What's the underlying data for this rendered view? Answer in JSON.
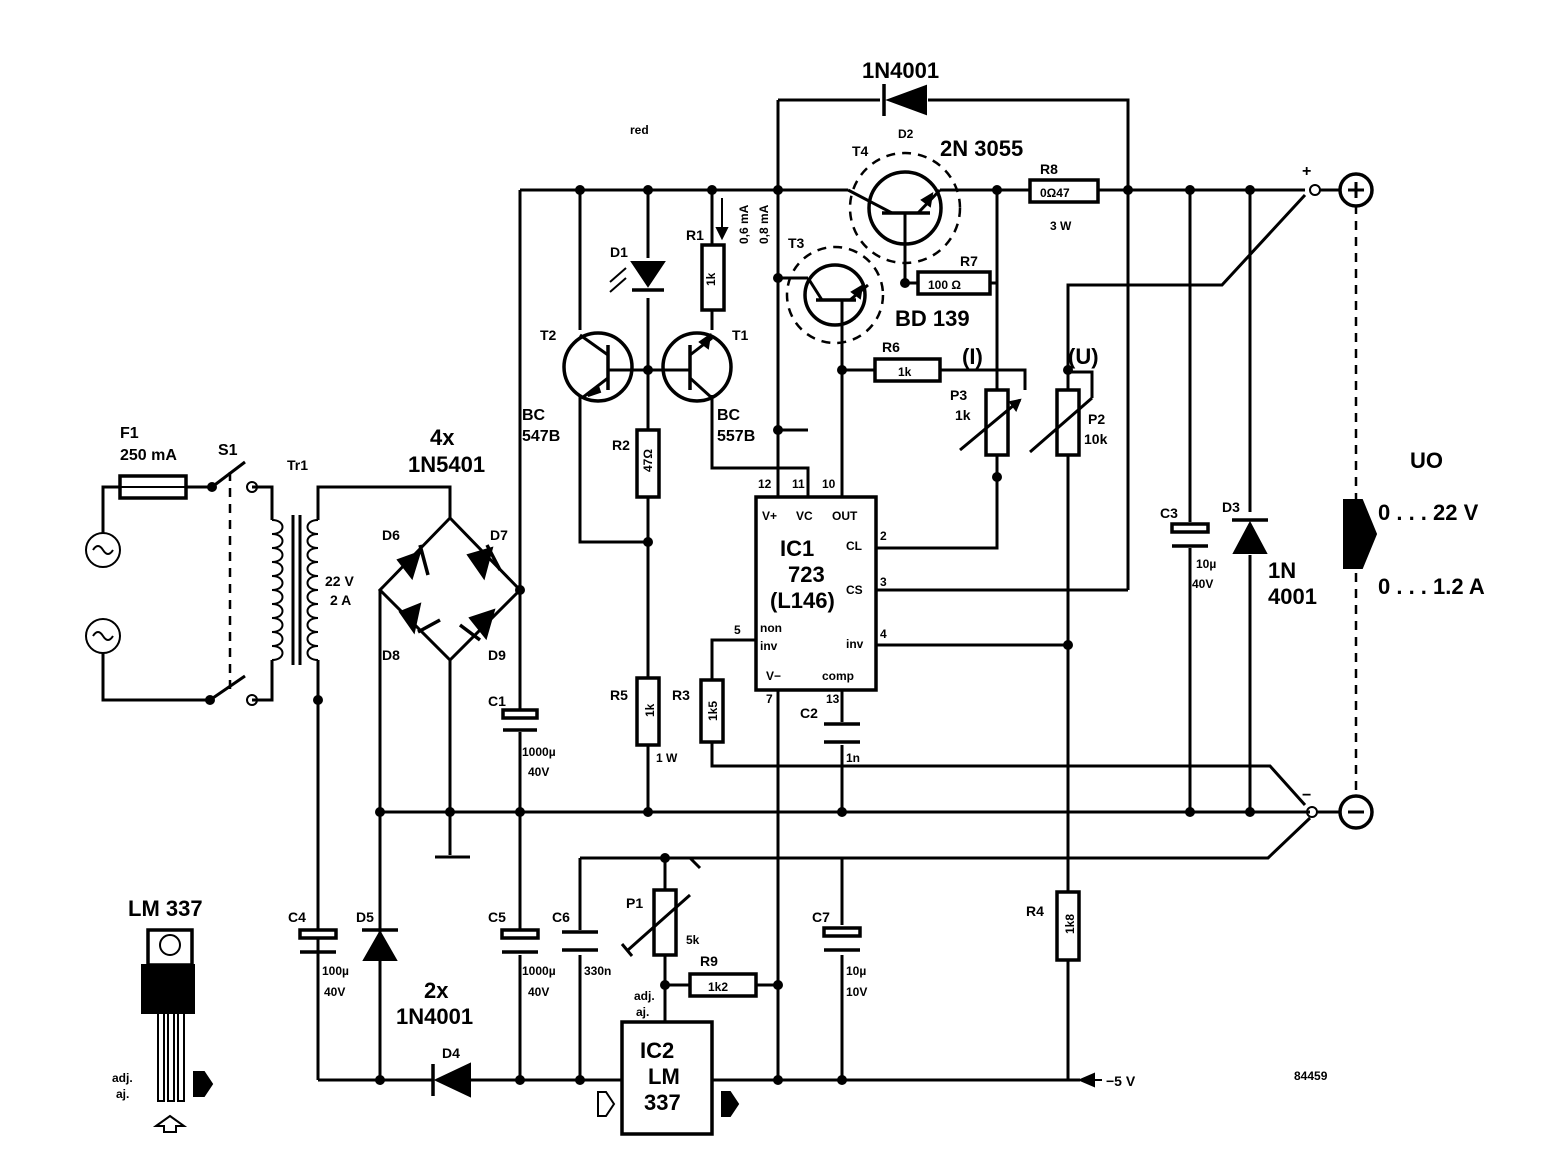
{
  "colors": {
    "ink": "#000000",
    "paper": "#ffffff"
  },
  "fuse": {
    "ref": "F1",
    "value": "250 mA"
  },
  "switch": {
    "ref": "S1"
  },
  "transformer": {
    "ref": "Tr1",
    "voltage": "22 V",
    "current": "2 A"
  },
  "bridge": {
    "count": "4x",
    "part": "1N5401",
    "d6": "D6",
    "d7": "D7",
    "d8": "D8",
    "d9": "D9"
  },
  "caps": {
    "c1": {
      "ref": "C1",
      "value": "1000µ",
      "voltage": "40V"
    },
    "c2": {
      "ref": "C2",
      "value": "1n"
    },
    "c3": {
      "ref": "C3",
      "value": "10µ",
      "voltage": "40V"
    },
    "c4": {
      "ref": "C4",
      "value": "100µ",
      "voltage": "40V"
    },
    "c5": {
      "ref": "C5",
      "value": "1000µ",
      "voltage": "40V"
    },
    "c6": {
      "ref": "C6",
      "value": "330n"
    },
    "c7": {
      "ref": "C7",
      "value": "10µ",
      "voltage": "10V"
    }
  },
  "resistors": {
    "r1": {
      "ref": "R1",
      "value": "1k"
    },
    "r2": {
      "ref": "R2",
      "value": "47Ω"
    },
    "r3": {
      "ref": "R3",
      "value": "1k5"
    },
    "r4": {
      "ref": "R4",
      "value": "1k8"
    },
    "r5": {
      "ref": "R5",
      "value": "1k",
      "power": "1 W"
    },
    "r6": {
      "ref": "R6",
      "value": "1k"
    },
    "r7": {
      "ref": "R7",
      "value": "100 Ω"
    },
    "r8": {
      "ref": "R8",
      "value": "0Ω47",
      "power": "3 W"
    },
    "r9": {
      "ref": "R9",
      "value": "1k2"
    }
  },
  "pots": {
    "p1": {
      "ref": "P1",
      "value": "5k"
    },
    "p2": {
      "ref": "P2",
      "value": "10k",
      "label": "(U)"
    },
    "p3": {
      "ref": "P3",
      "value": "1k",
      "label": "(I)"
    }
  },
  "diodes": {
    "d1": {
      "ref": "D1"
    },
    "d2": {
      "ref": "D2",
      "part": "1N4001"
    },
    "d3": {
      "ref": "D3",
      "part1": "1N",
      "part2": "4001"
    },
    "d5": {
      "ref": "D5"
    },
    "d4": {
      "ref": "D4"
    },
    "d45_count": "2x",
    "d45_part": "1N4001"
  },
  "transistors": {
    "t1": {
      "ref": "T1",
      "part1": "BC",
      "part2": "557B"
    },
    "t2": {
      "ref": "T2",
      "part1": "BC",
      "part2": "547B"
    },
    "t3": {
      "ref": "T3",
      "part": "BD 139"
    },
    "t4": {
      "ref": "T4",
      "part": "2N 3055"
    }
  },
  "current_note": {
    "a": "0,6 mA",
    "b": "0,8 mA"
  },
  "led_color": "red",
  "ic1": {
    "name": "IC1",
    "part": "723",
    "alt": "(L146)",
    "pin12": "12",
    "pin11": "11",
    "pin10": "10",
    "pin2": "2",
    "pin3": "3",
    "pin4": "4",
    "pin5": "5",
    "pin7": "7",
    "pin13": "13",
    "vplus": "V+",
    "vc": "VC",
    "out": "OUT",
    "cl": "CL",
    "cs": "CS",
    "inv": "inv",
    "noninv1": "non",
    "noninv2": "inv",
    "vminus": "V−",
    "comp": "comp"
  },
  "ic2": {
    "name": "IC2",
    "part1": "LM",
    "part2": "337",
    "adj1": "adj.",
    "adj2": "aj."
  },
  "output": {
    "label": "UO",
    "voltage": "0 . . . 22 V",
    "current": "0 . . . 1.2 A",
    "plus": "+",
    "minus": "−"
  },
  "neg_rail": "−5 V",
  "package": {
    "title": "LM 337",
    "adj1": "adj.",
    "adj2": "aj."
  },
  "figure_number": "84459"
}
